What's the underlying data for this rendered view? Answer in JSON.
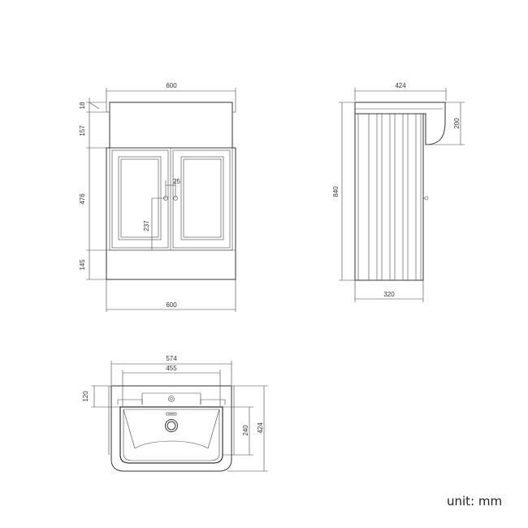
{
  "front_view": {
    "top_width": "600",
    "bottom_width": "600",
    "top_strip": "18",
    "basin_height": "157",
    "door_height": "476",
    "plinth_height": "145",
    "knob_spacing": "25",
    "knob_height": "237"
  },
  "side_view": {
    "total_depth": "424",
    "basin_height": "200",
    "total_height": "840",
    "cabinet_depth": "320"
  },
  "top_view": {
    "outer_width": "574",
    "inner_width": "455",
    "deck_depth": "120",
    "bowl_depth": "240",
    "total_depth": "424"
  },
  "unit_label": "unit: mm"
}
